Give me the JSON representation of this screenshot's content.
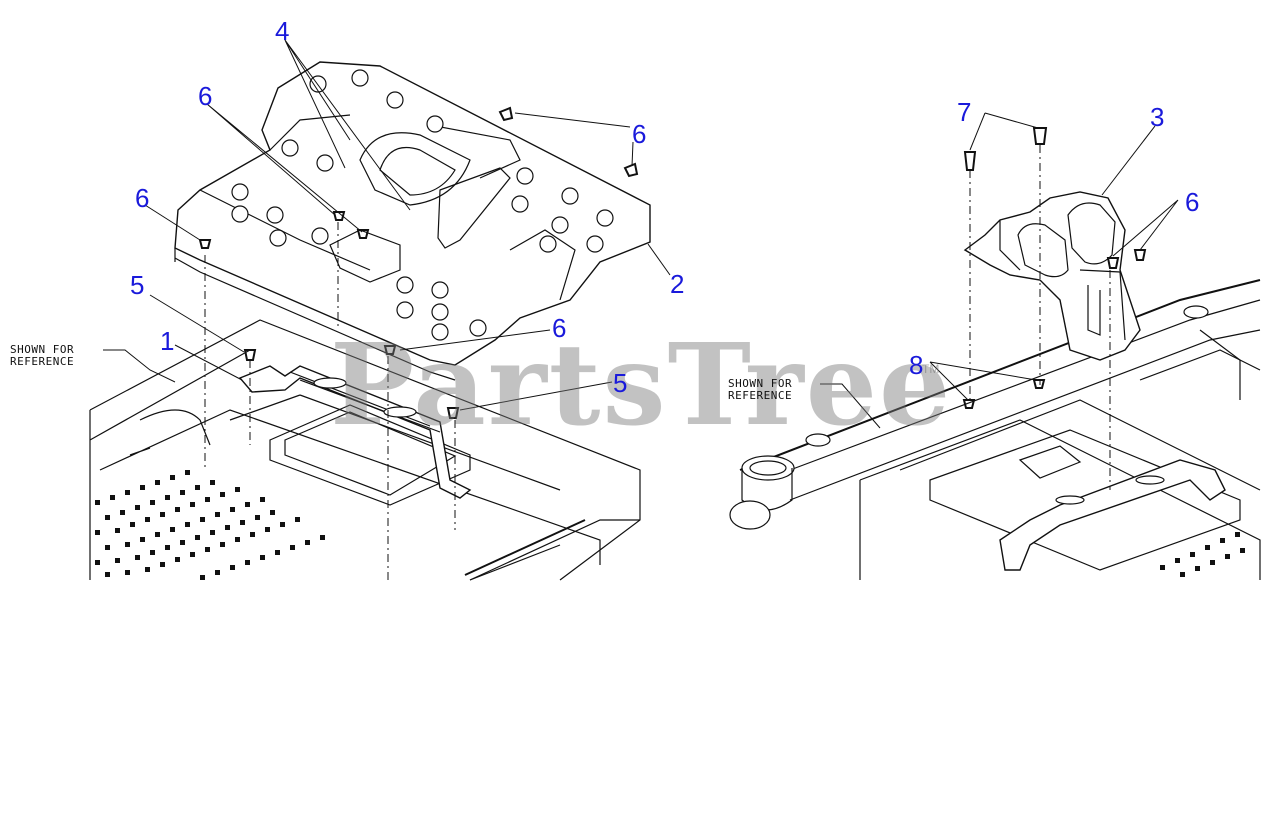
{
  "callouts": {
    "c1": "1",
    "c2": "2",
    "c3": "3",
    "c4": "4",
    "c5a": "5",
    "c5b": "5",
    "c6a": "6",
    "c6b": "6",
    "c6c": "6",
    "c6d": "6",
    "c6e": "6",
    "c7": "7",
    "c8": "8"
  },
  "notes": {
    "left_line1": "SHOWN FOR",
    "left_line2": "REFERENCE",
    "right_line1": "SHOWN FOR",
    "right_line2": "REFERENCE"
  },
  "watermark": {
    "text": "PartsTree",
    "tm": "TM"
  },
  "colors": {
    "callout": "#1a1adb",
    "line": "#111111",
    "watermark": "#787878"
  }
}
